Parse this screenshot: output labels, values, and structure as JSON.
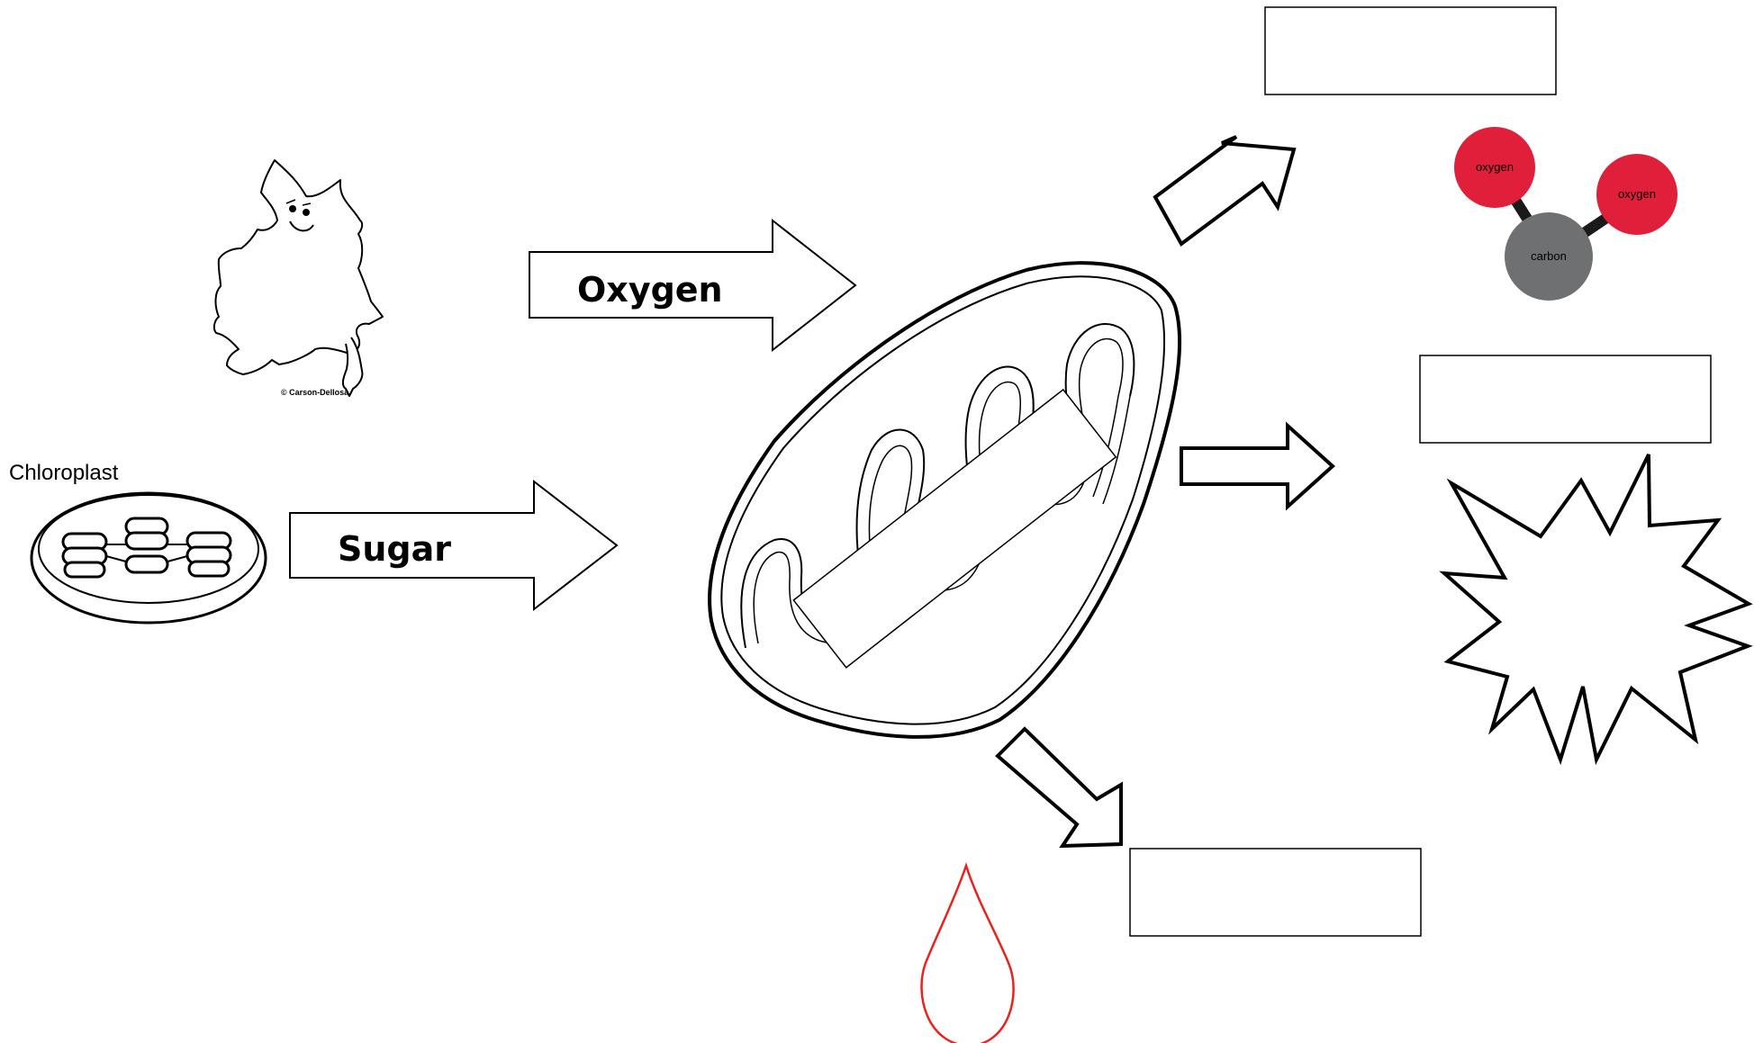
{
  "labels": {
    "oxygen_arrow": "Oxygen",
    "sugar_arrow": "Sugar",
    "chloroplast": "Chloroplast",
    "leaf_credit": "© Carson-Dellosa"
  },
  "molecule": {
    "atom_left": "oxygen",
    "atom_right": "oxygen",
    "atom_center": "carbon"
  },
  "colors": {
    "oxygen_atom": "#e0203a",
    "carbon_atom": "#6e7071",
    "bond": "#1a1a1a",
    "water_drop": "#e8231e",
    "outline": "#000000"
  },
  "answer_boxes": {
    "top": "",
    "middle": "",
    "bottom": ""
  }
}
